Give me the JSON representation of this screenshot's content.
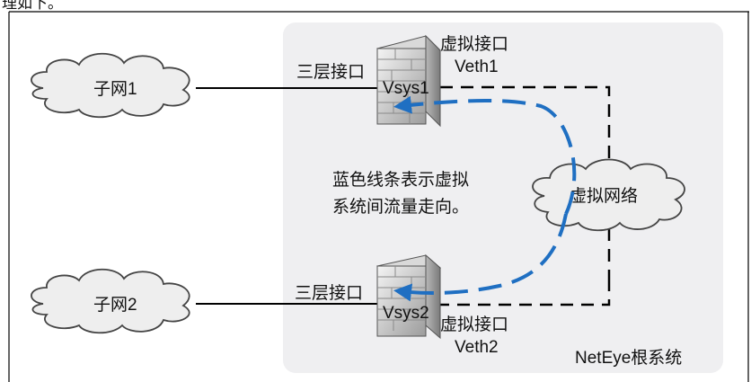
{
  "header_fragment": "理如下。",
  "root_system_label": "NetEye根系统",
  "subnets": [
    {
      "label": "子网1"
    },
    {
      "label": "子网2"
    }
  ],
  "virtual_network_label": "虚拟网络",
  "firewalls": [
    {
      "vsys_label": "Vsys1",
      "l3_interface_label": "三层接口",
      "virtual_interface_label": "虚拟接口",
      "veth_label": "Veth1"
    },
    {
      "vsys_label": "Vsys2",
      "l3_interface_label": "三层接口",
      "virtual_interface_label": "虚拟接口",
      "veth_label": "Veth2"
    }
  ],
  "annotation": {
    "line1": "蓝色线条表示虚拟",
    "line2": "系统间流量走向。"
  },
  "colors": {
    "root_box_fill": "#efeff1",
    "flow_arrow": "#1f6fc2",
    "cloud_fill": "#eeeeee",
    "cloud_stroke": "#444444",
    "line": "#000000"
  }
}
